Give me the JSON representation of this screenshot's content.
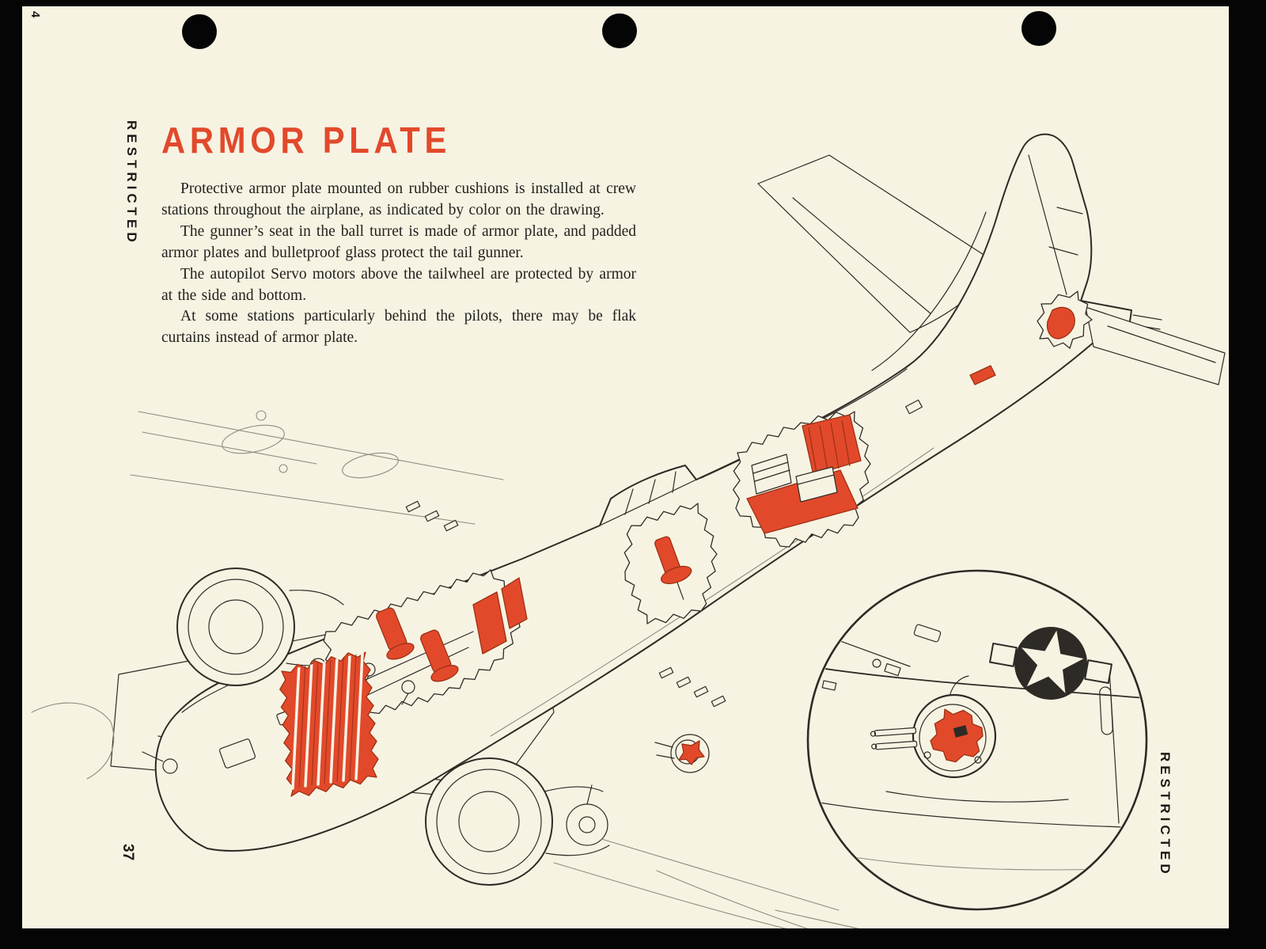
{
  "page": {
    "corner_mark": "4",
    "page_number": "37",
    "security_marking_left": "RESTRICTED",
    "security_marking_right": "RESTRICTED",
    "title": "ARMOR PLATE",
    "paragraphs": [
      "Protective armor plate mounted on rubber cushions is installed at crew stations throughout the airplane, as indicated by color on the drawing.",
      "The gunner’s seat in the ball turret is made of armor plate, and padded armor plates and bulletproof glass protect the tail gunner.",
      "The autopilot Servo motors above the tailwheel are protected by armor at the side and bottom.",
      "At some stations particularly behind the pilots, there may be flak curtains instead of armor plate."
    ]
  },
  "colors": {
    "accent_red": "#e2492b",
    "paper": "#f7f3e3",
    "ink": "#2e2b26",
    "light_line": "#918d7e"
  }
}
